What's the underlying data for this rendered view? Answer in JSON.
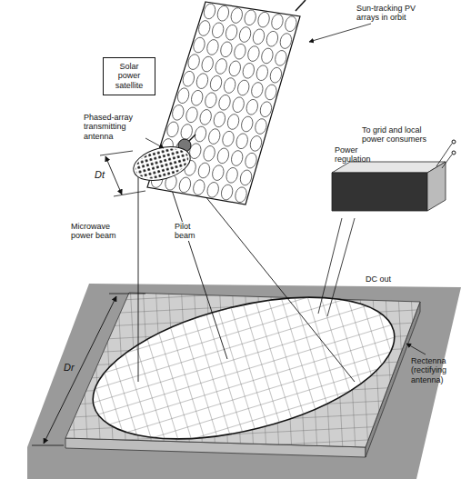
{
  "diagram": {
    "nodes": [
      {
        "text": [
          "Solar power satellite"
        ]
      },
      {
        "text": [
          "Power regulation"
        ]
      }
    ],
    "labels": [
      "Sun-tracking PV arrays in orbit",
      "Phased-array transmitting antenna",
      "Dt",
      "Microwave power beam",
      "Pilot beam",
      "To grid and local power consumers",
      "DC out",
      "Dr",
      "Rectenna (rectifying antenna)"
    ]
  }
}
